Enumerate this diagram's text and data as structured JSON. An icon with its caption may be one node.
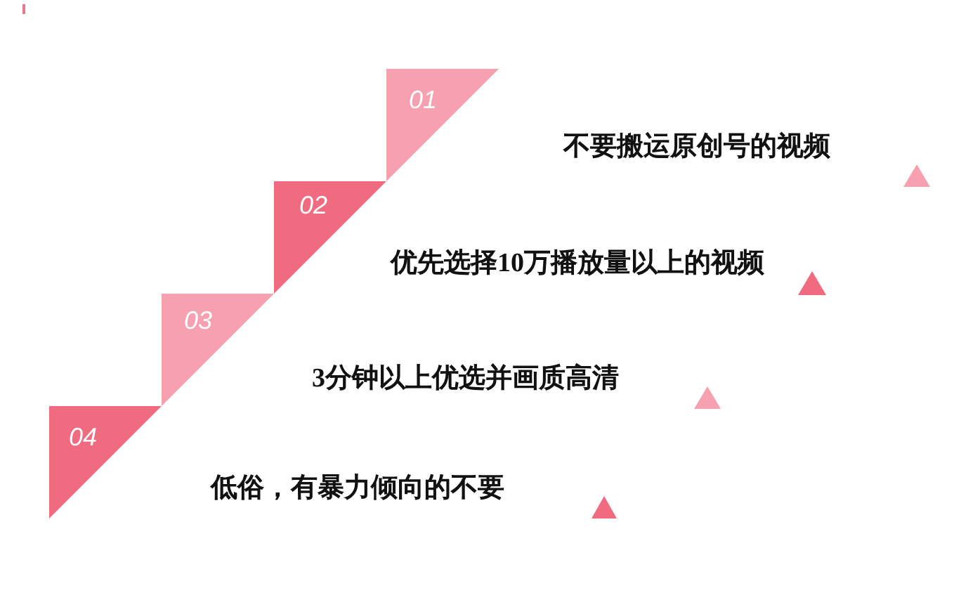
{
  "diagram": {
    "nodes": [
      {
        "text": [
          "01"
        ],
        "beside": [
          "不要搬运原创号的视频"
        ]
      },
      {
        "text": [
          "02"
        ],
        "beside": [
          "优先选择10万播放量以上的视频"
        ]
      },
      {
        "text": [
          "03"
        ],
        "beside": [
          "3分钟以上优选并画质高清"
        ]
      },
      {
        "text": [
          "04"
        ],
        "beside": [
          "低俗，有暴力倾向的不要"
        ]
      }
    ]
  }
}
